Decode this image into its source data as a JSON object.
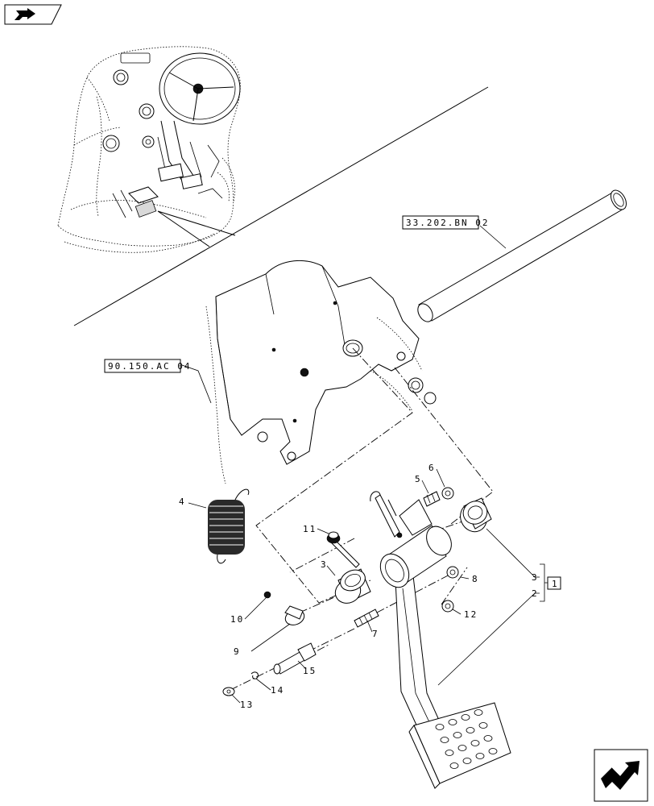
{
  "references": {
    "ref_top": "33.202.BN 02",
    "ref_left": "90.150.AC 04",
    "ref_kit": "1"
  },
  "callouts": {
    "c2": "2",
    "c3a": "3",
    "c3b": "3",
    "c4": "4",
    "c5": "5",
    "c6": "6",
    "c7": "7",
    "c8": "8",
    "c9": "9",
    "c10": "10",
    "c11": "11",
    "c12": "12",
    "c13": "13",
    "c14": "14",
    "c15": "15"
  },
  "icons": {
    "top_left": "previous-page-icon",
    "bottom_right": "next-page-icon"
  }
}
